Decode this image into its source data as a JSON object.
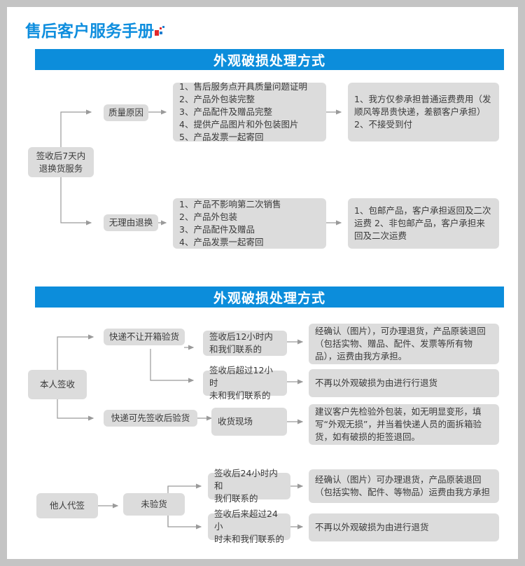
{
  "header": {
    "logo_text": "售后客户服务手册",
    "logo_mark": "red-blue-pixel-mark"
  },
  "sections": [
    {
      "banner_title": "外观破损处理方式",
      "root": "签收后7天内\n退换货服务",
      "branches": [
        {
          "reason": "质量原因",
          "conditions": "1、售后服务点开具质量问题证明\n2、产品外包装完整\n3、产品配件及赠品完整\n4、提供产品图片和外包装图片\n5、产品发票一起寄回",
          "result": "1、我方仅参承担普通运费费用（发顺风等昂贵快递，差额客户承担）\n2、不接受到付"
        },
        {
          "reason": "无理由退换",
          "conditions": "1、产品不影响第二次销售\n2、产品外包装\n3、产品配件及赠品\n4、产品发票一起寄回",
          "result": "1、包邮产品，客户承担返回及二次运费\n2、非包邮产品，客户承担来回及二次运费"
        }
      ]
    },
    {
      "banner_title": "外观破损处理方式",
      "root_a": "本人签收",
      "root_b": "他人代签",
      "nodes": {
        "a_branch1": "快递不让开箱验货",
        "a_branch1_case1": "签收后12小时内\n和我们联系的",
        "a_branch1_case1_result": "经确认（图片），可办理退货，产品原装退回（包括实物、赠品、配件、发票等所有物品），运费由我方承担。",
        "a_branch1_case2": "签收后超过12小时\n未和我们联系的",
        "a_branch1_case2_result": "不再以外观破损为由进行行退货",
        "a_branch2": "快递可先签收后验货",
        "a_branch2_case": "收货现场",
        "a_branch2_result": "建议客户先检验外包装，如无明显变形，填写“外观无损”，并当着快递人员的面拆箱验货，如有破损的拒签退回。",
        "b_branch1": "未验货",
        "b_case1": "签收后24小时内和\n我们联系的",
        "b_case1_result": "经确认（图片）可办理退货，产品原装退回（包括实物、配件、等物品）运费由我方承担",
        "b_case2": "签收后来超过24小\n时未和我们联系的",
        "b_case2_result": "不再以外观破损为由进行退货"
      }
    }
  ],
  "colors": {
    "page_background": "#c4c4c4",
    "paper": "#ffffff",
    "banner_blue": "#0c8ddb",
    "logo_blue": "#0f8ede",
    "logo_red": "#e2292b",
    "node_grey": "#dcdcdc",
    "connector_grey": "#9a9a9a",
    "text_grey": "#3a3a3a"
  }
}
